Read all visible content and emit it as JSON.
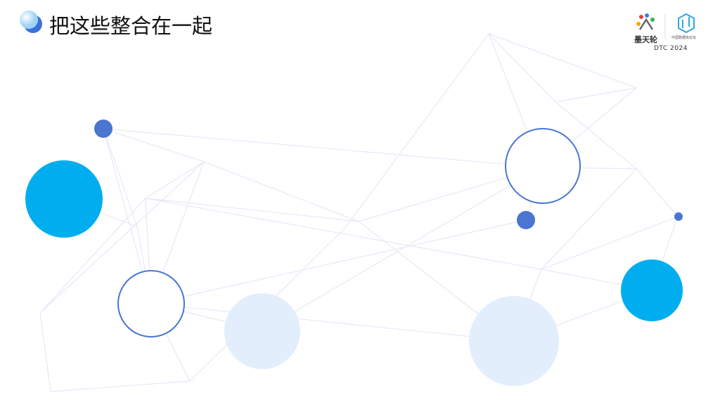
{
  "slide": {
    "title": "把这些整合在一起"
  },
  "logo": {
    "brand": "墨天轮",
    "forum": "中国数据库论坛",
    "event": "DTC 2024"
  },
  "colors": {
    "accent_blue": "#4a75d1",
    "cyan": "#00aeef",
    "pale_blue": "#e2eefc",
    "line": "#e6e9f6"
  }
}
